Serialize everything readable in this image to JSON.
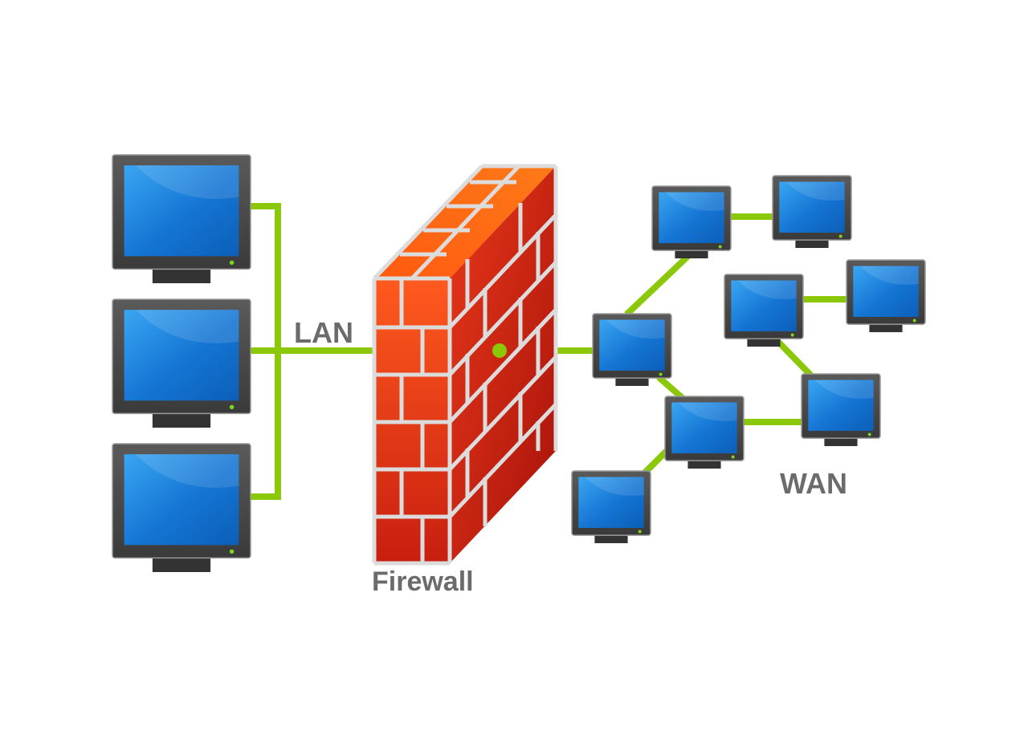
{
  "labels": {
    "lan": "LAN",
    "firewall": "Firewall",
    "wan": "WAN"
  },
  "colors": {
    "link": "#8cc80a",
    "label": "#6b6b6b",
    "monitor_bezel": "#4a4a4a",
    "screen": "#1a7fd8",
    "power_led": "#7ed321",
    "brick_front": "#e0321a",
    "brick_top": "#ff6a10",
    "mortar": "#d9d9d9"
  },
  "nodes": {
    "lan": [
      "lan-computer-1",
      "lan-computer-2",
      "lan-computer-3"
    ],
    "wan": [
      "wan-computer-1",
      "wan-computer-2",
      "wan-computer-3",
      "wan-computer-4",
      "wan-computer-5",
      "wan-computer-6",
      "wan-computer-7",
      "wan-computer-8"
    ]
  }
}
